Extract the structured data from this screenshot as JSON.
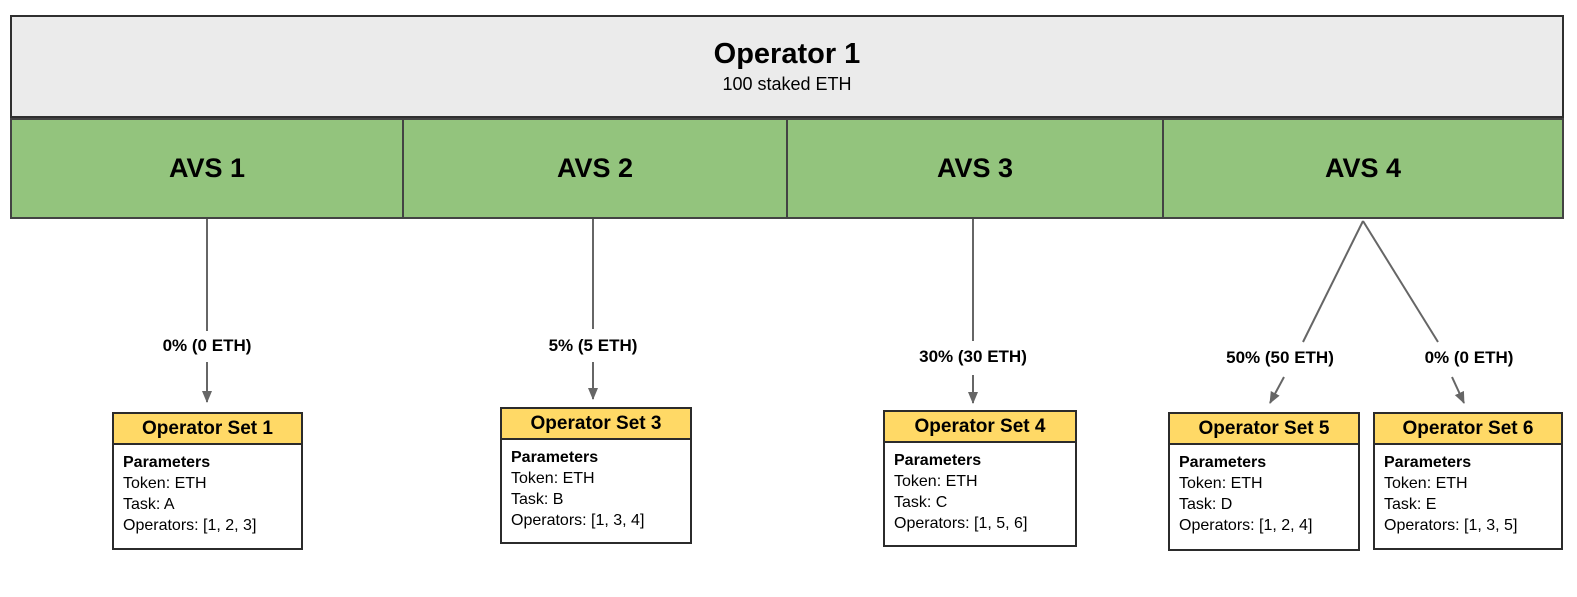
{
  "operator": {
    "title": "Operator 1",
    "subtitle": "100 staked ETH"
  },
  "avs": {
    "items": [
      {
        "label": "AVS 1"
      },
      {
        "label": "AVS 2"
      },
      {
        "label": "AVS 3"
      },
      {
        "label": "AVS 4"
      }
    ]
  },
  "allocations": {
    "avs1": "0% (0 ETH)",
    "avs2": "5% (5 ETH)",
    "avs3": "30% (30 ETH)",
    "avs4_left": "50% (50 ETH)",
    "avs4_right": "0% (0 ETH)"
  },
  "operator_sets": [
    {
      "title": "Operator Set 1",
      "heading": "Parameters",
      "token": "Token: ETH",
      "task": "Task: A",
      "operators": "Operators: [1, 2, 3]"
    },
    {
      "title": "Operator Set 3",
      "heading": "Parameters",
      "token": "Token: ETH",
      "task": "Task: B",
      "operators": "Operators: [1, 3, 4]"
    },
    {
      "title": "Operator Set 4",
      "heading": "Parameters",
      "token": "Token: ETH",
      "task": "Task: C",
      "operators": "Operators: [1, 5, 6]"
    },
    {
      "title": "Operator Set 5",
      "heading": "Parameters",
      "token": "Token: ETH",
      "task": "Task: D",
      "operators": "Operators: [1, 2, 4]"
    },
    {
      "title": "Operator Set 6",
      "heading": "Parameters",
      "token": "Token: ETH",
      "task": "Task: E",
      "operators": "Operators: [1, 3, 5]"
    }
  ],
  "colors": {
    "operator_bg": "#ebebeb",
    "avs_bg": "#93c47d",
    "set_header_bg": "#ffd966",
    "border_dark": "#2b2b2b",
    "arrow_gray": "#666666"
  }
}
